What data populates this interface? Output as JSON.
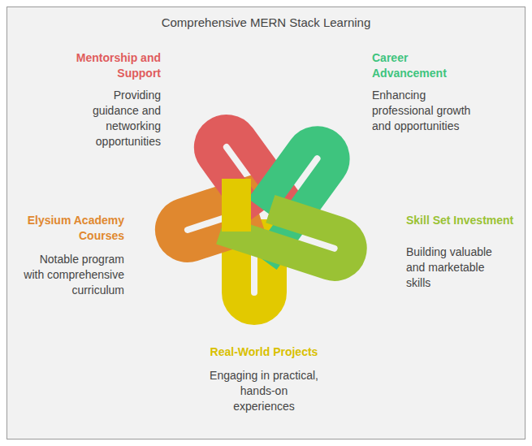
{
  "diagram": {
    "title": "Comprehensive MERN Stack Learning",
    "nodes": [
      {
        "text": [
          "Mentorship and Support",
          "Providing guidance and networking opportunities"
        ]
      },
      {
        "text": [
          "Career Advancement",
          "Enhancing professional growth and opportunities"
        ]
      },
      {
        "text": [
          "Elysium Academy Courses",
          "Notable program with comprehensive curriculum"
        ]
      },
      {
        "text": [
          "Skill Set Investment",
          "Building valuable and marketable skills"
        ]
      },
      {
        "text": [
          "Real-World Projects",
          "Engaging in practical, hands-on experiences"
        ]
      }
    ]
  }
}
